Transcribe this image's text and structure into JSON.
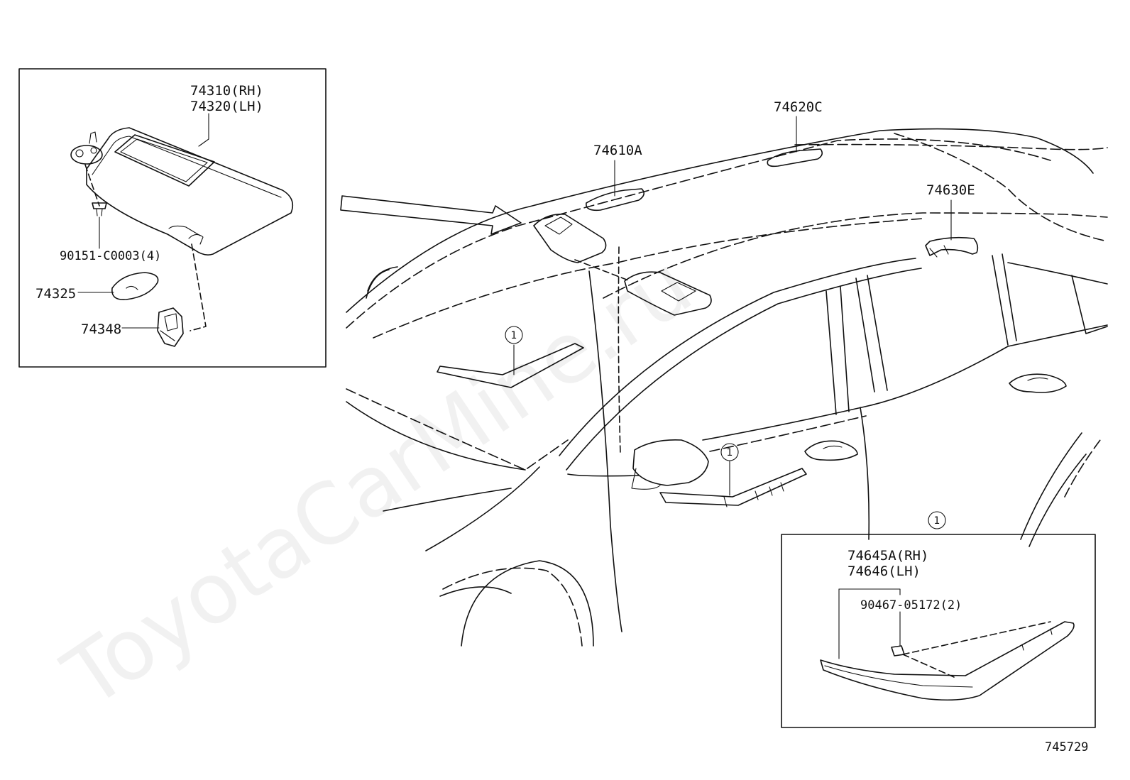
{
  "watermark": "ToyotaCarMine.ru",
  "diagram_id": "745729",
  "callout_symbol": "1",
  "labels": {
    "visor_rh": "74310(RH)",
    "visor_lh": "74320(LH)",
    "screw": "90151-C0003(4)",
    "cover": "74325",
    "holder": "74348",
    "grip_a": "74610A",
    "grip_c": "74620C",
    "grip_e": "74630E",
    "molding_rh": "74645A(RH)",
    "molding_lh": "74646(LH)",
    "clip": "90467-05172(2)"
  }
}
